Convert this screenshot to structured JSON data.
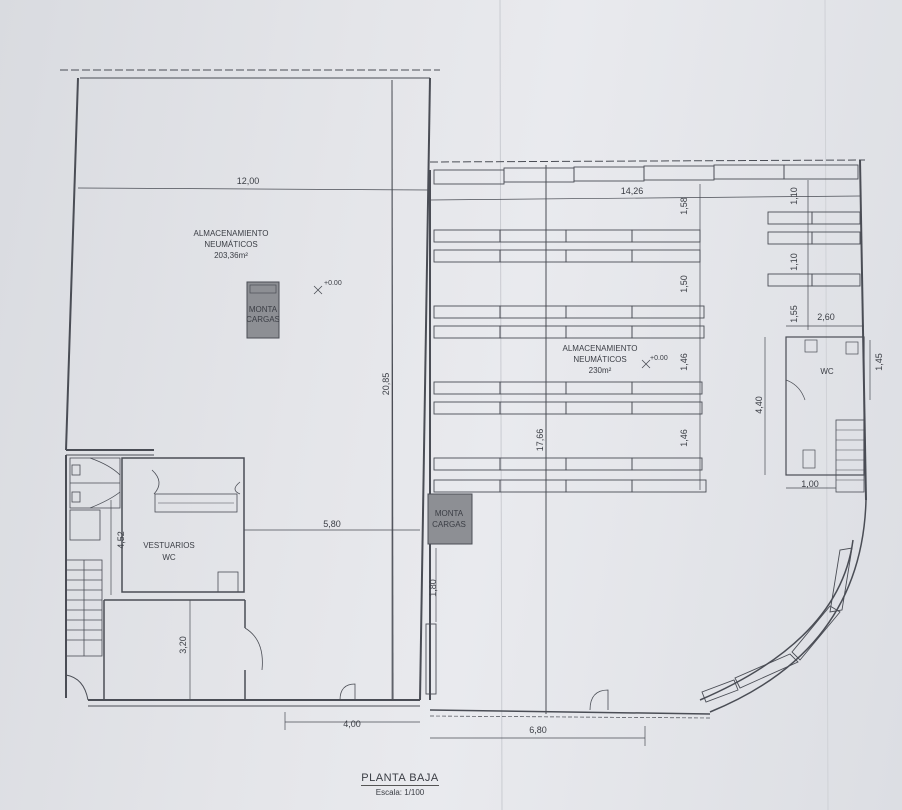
{
  "plan": {
    "title": "PLANTA BAJA",
    "scale": "Escala: 1/100"
  },
  "rooms": {
    "storage_left_1": "ALMACENAMIENTO",
    "storage_left_2": "NEUMÁTICOS",
    "storage_left_area": "203,36m²",
    "storage_right_1": "ALMACENAMIENTO",
    "storage_right_2": "NEUMÁTICOS",
    "storage_right_area": "230m²",
    "changing_1": "VESTUARIOS",
    "changing_2": "WC",
    "wc_right": "WC",
    "lift_left_1": "MONTA",
    "lift_left_2": "CARGAS",
    "lift_right_1": "MONTA",
    "lift_right_2": "CARGAS"
  },
  "levels": {
    "left": "+0.00",
    "right": "+0.00"
  },
  "dimensions": {
    "d_12_00": "12,00",
    "d_14_26": "14,26",
    "d_20_85": "20,85",
    "d_17_66": "17,66",
    "d_5_80": "5,80",
    "d_4_52": "4,52",
    "d_3_20": "3,20",
    "d_4_00": "4,00",
    "d_6_80": "6,80",
    "d_1_80": "1,80",
    "d_1_58": "1,58",
    "d_1_50": "1,50",
    "d_1_46_a": "1,46",
    "d_1_46_b": "1,46",
    "d_1_10_a": "1,10",
    "d_1_10_b": "1,10",
    "d_1_55": "1,55",
    "d_2_60": "2,60",
    "d_1_45": "1,45",
    "d_4_40": "4,40",
    "d_1_00": "1,00"
  },
  "colors": {
    "ink": "#4a4d55",
    "lift_fill": "#8d8f94",
    "paper": "#e4e5e9"
  }
}
